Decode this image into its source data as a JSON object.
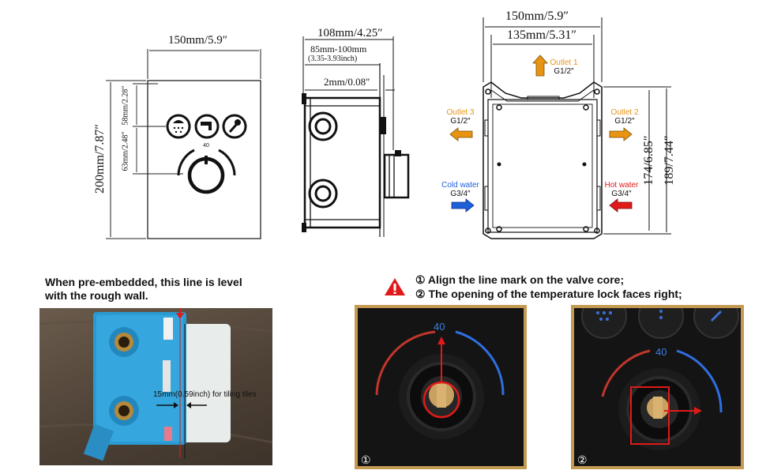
{
  "front_view": {
    "width_label": "150mm/5.9″",
    "height_label": "200mm/7.87″",
    "button_spacing_label": "58mm/2.28″",
    "knob_offset_label": "63mm/2.48″",
    "knob_number": "40"
  },
  "side_view": {
    "depth_label": "108mm/4.25″",
    "range_label": "85mm-100mm",
    "range_inch_label": "(3.35-3.93inch)",
    "gap_label": "2mm/0.08″"
  },
  "back_view": {
    "width_label": "150mm/5.9″",
    "inner_width_label": "135mm/5.31″",
    "inner_height_label": "174/6.85″",
    "height_label": "189/7.44″",
    "outlet1_name": "Outlet 1",
    "outlet1_size": "G1/2″",
    "outlet2_name": "Outlet 2",
    "outlet2_size": "G1/2″",
    "outlet3_name": "Outlet 3",
    "outlet3_size": "G1/2″",
    "cold_name": "Cold water",
    "cold_size": "G3/4″",
    "hot_name": "Hot water",
    "hot_size": "G3/4″",
    "colors": {
      "outlet": "#e89412",
      "cold": "#1d5fd8",
      "hot": "#e01a1a"
    }
  },
  "install_note": {
    "line1": "When pre-embedded, this line is level",
    "line2": "with the rough wall.",
    "tile_label": "15mm(0.59inch) for tiling tiles"
  },
  "instructions": {
    "step1": "① Align the line mark on the valve core;",
    "step2": "② The opening of the temperature lock faces right;",
    "photo1_badge": "①",
    "photo2_badge": "②",
    "dial_number_1": "40",
    "dial_number_2": "40"
  }
}
